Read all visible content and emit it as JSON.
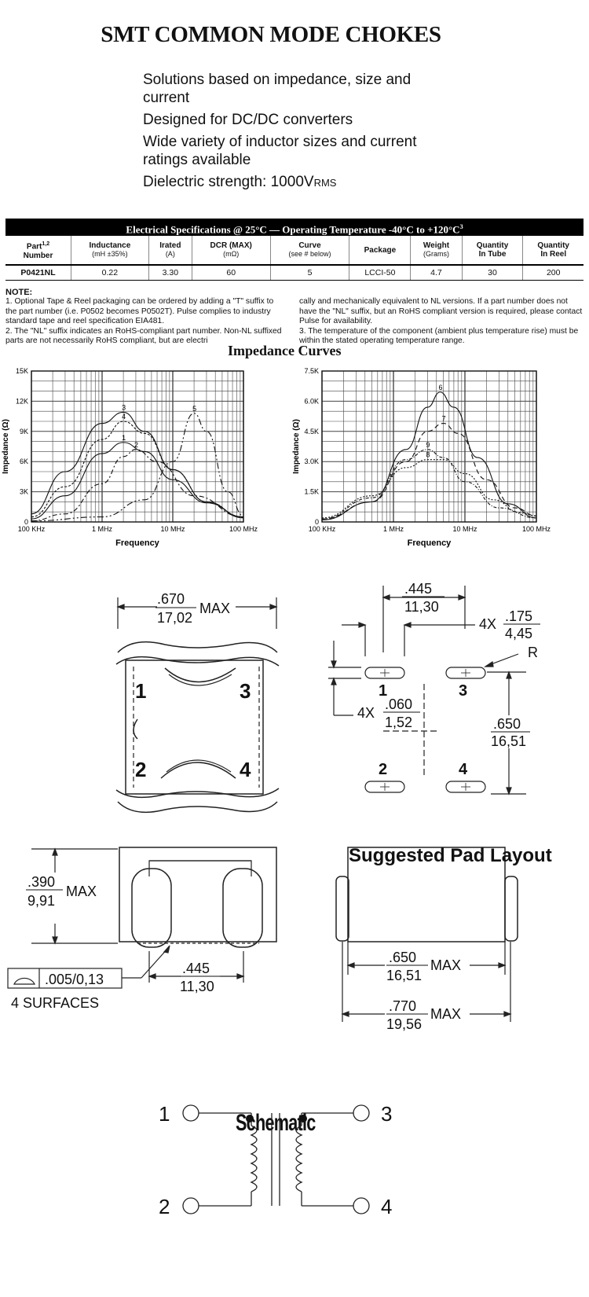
{
  "title": "SMT COMMON MODE CHOKES",
  "features": [
    "Solutions based on impedance, size and current",
    "Designed for DC/DC converters",
    "Wide variety of inductor sizes and current ratings available",
    "Dielectric strength: 1000V"
  ],
  "dielectric_sub": "RMS",
  "spec_banner": "Electrical Specifications @ 25°C — Operating Temperature -40°C to +120°C",
  "spec_banner_sup": "3",
  "table": {
    "headers": [
      {
        "label": "Part",
        "sup": "1,2",
        "label2": "Number",
        "sub": ""
      },
      {
        "label": "Inductance",
        "sup": "",
        "label2": "",
        "sub": "(mH ±35%)"
      },
      {
        "label": "Irated",
        "sup": "",
        "label2": "",
        "sub": "(A)"
      },
      {
        "label": "DCR (MAX)",
        "sup": "",
        "label2": "",
        "sub": "(mΩ)"
      },
      {
        "label": "Curve",
        "sup": "",
        "label2": "",
        "sub": "(see # below)"
      },
      {
        "label": "Package",
        "sup": "",
        "label2": "",
        "sub": ""
      },
      {
        "label": "Weight",
        "sup": "",
        "label2": "",
        "sub": "(Grams)"
      },
      {
        "label": "Quantity",
        "sup": "",
        "label2": "In Tube",
        "sub": ""
      },
      {
        "label": "Quantity",
        "sup": "",
        "label2": "In Reel",
        "sub": ""
      }
    ],
    "rows": [
      [
        "P0421NL",
        "0.22",
        "3.30",
        "60",
        "5",
        "LCCI-50",
        "4.7",
        "30",
        "200"
      ]
    ]
  },
  "note_heading": "NOTE:",
  "notes_left": [
    "1. Optional Tape & Reel packaging can be ordered by adding a \"T\" suffix to the part number (i.e. P0502 becomes P0502T). Pulse complies to industry standard tape and reel specification EIA481.",
    "2. The \"NL\" suffix indicates an RoHS-compliant part number. Non-NL suffixed parts are not necessarily RoHS compliant, but are electri"
  ],
  "notes_right": [
    "cally and mechanically equivalent to NL versions. If a part number does not have the \"NL\" suffix, but an RoHS compliant version is required, please contact Pulse for availability.",
    "3. The temperature of the component (ambient plus temperature rise) must be within the stated operating temperature range."
  ],
  "impedance_title": "Impedance Curves",
  "chart_data": [
    {
      "type": "line",
      "xscale": "log",
      "x_ticks": [
        "100 KHz",
        "1 MHz",
        "10 MHz",
        "100 MHz"
      ],
      "y_ticks": [
        "0",
        "3K",
        "6K",
        "9K",
        "12K",
        "15K"
      ],
      "xlabel": "Frequency",
      "ylabel": "Impedance (Ω)",
      "ylim": [
        0,
        15000
      ],
      "series": [
        {
          "name": "1",
          "points": [
            [
              0.1,
              300
            ],
            [
              0.3,
              2600
            ],
            [
              1,
              6800
            ],
            [
              2,
              7900
            ],
            [
              4,
              7000
            ],
            [
              10,
              4200
            ],
            [
              30,
              1900
            ],
            [
              100,
              500
            ]
          ]
        },
        {
          "name": "2",
          "points": [
            [
              0.1,
              100
            ],
            [
              0.3,
              800
            ],
            [
              1,
              3800
            ],
            [
              2,
              6500
            ],
            [
              3,
              7200
            ],
            [
              6,
              6000
            ],
            [
              20,
              2600
            ],
            [
              100,
              500
            ]
          ]
        },
        {
          "name": "3",
          "points": [
            [
              0.1,
              800
            ],
            [
              0.3,
              5000
            ],
            [
              1,
              9800
            ],
            [
              2,
              10900
            ],
            [
              4,
              9000
            ],
            [
              10,
              5200
            ],
            [
              30,
              2000
            ],
            [
              100,
              400
            ]
          ]
        },
        {
          "name": "4",
          "points": [
            [
              0.1,
              500
            ],
            [
              0.3,
              3500
            ],
            [
              1,
              8200
            ],
            [
              2,
              10000
            ],
            [
              4,
              8800
            ],
            [
              10,
              5200
            ],
            [
              30,
              2000
            ],
            [
              100,
              450
            ]
          ]
        },
        {
          "name": "5",
          "points": [
            [
              0.1,
              100
            ],
            [
              1,
              500
            ],
            [
              4,
              2200
            ],
            [
              10,
              6000
            ],
            [
              20,
              10800
            ],
            [
              30,
              9000
            ],
            [
              60,
              3000
            ],
            [
              100,
              600
            ]
          ]
        }
      ]
    },
    {
      "type": "line",
      "xscale": "log",
      "x_ticks": [
        "100 KHz",
        "1 MHz",
        "10 MHz",
        "100 MHz"
      ],
      "y_ticks": [
        "0",
        "1.5K",
        "3.0K",
        "4.5K",
        "6.0K",
        "7.5K"
      ],
      "xlabel": "Frequency",
      "ylabel": "Impedance (Ω)",
      "ylim": [
        0,
        7500
      ],
      "series": [
        {
          "name": "6",
          "points": [
            [
              0.1,
              100
            ],
            [
              0.5,
              1000
            ],
            [
              1.5,
              3600
            ],
            [
              3,
              5700
            ],
            [
              4.5,
              6450
            ],
            [
              7,
              5700
            ],
            [
              15,
              3200
            ],
            [
              40,
              900
            ],
            [
              100,
              200
            ]
          ]
        },
        {
          "name": "7",
          "points": [
            [
              0.1,
              150
            ],
            [
              0.5,
              1000
            ],
            [
              1.5,
              3000
            ],
            [
              3,
              4500
            ],
            [
              5,
              4900
            ],
            [
              8,
              4400
            ],
            [
              20,
              2100
            ],
            [
              50,
              700
            ],
            [
              100,
              300
            ]
          ]
        },
        {
          "name": "8",
          "points": [
            [
              0.1,
              200
            ],
            [
              0.5,
              1300
            ],
            [
              1.5,
              2700
            ],
            [
              3,
              3100
            ],
            [
              5,
              3100
            ],
            [
              10,
              2400
            ],
            [
              25,
              1100
            ],
            [
              60,
              450
            ],
            [
              100,
              300
            ]
          ]
        },
        {
          "name": "9",
          "points": [
            [
              0.1,
              150
            ],
            [
              0.5,
              1200
            ],
            [
              1.5,
              3100
            ],
            [
              3,
              3600
            ],
            [
              5,
              3200
            ],
            [
              10,
              2000
            ],
            [
              30,
              700
            ],
            [
              100,
              200
            ]
          ]
        }
      ]
    }
  ],
  "dims": {
    "top_width": ".670",
    "top_width_mm": "17,02",
    "max": "MAX",
    "pins": [
      "1",
      "3",
      "2",
      "4"
    ],
    "pad_pitch": ".445",
    "pad_pitch_mm": "11,30",
    "pad_len_prefix": "4X",
    "pad_len": ".175",
    "pad_len_mm": "4,45",
    "radius": "R",
    "pad_w_prefix": "4X",
    "pad_w": ".060",
    "pad_w_mm": "1,52",
    "pad_row": ".650",
    "pad_row_mm": "16,51",
    "height": ".390",
    "height_mm": "9,91",
    "flatness": ".005/0,13",
    "surfaces": "4 SURFACES",
    "side_span": ".445",
    "side_span_mm": "11,30",
    "body_len": ".650",
    "body_len_mm": "16,51",
    "overall": ".770",
    "overall_mm": "19,56"
  },
  "pad_layout_title": "Suggested Pad Layout",
  "schematic_title": "Schematic",
  "schematic_pins": [
    "1",
    "3",
    "2",
    "4"
  ]
}
